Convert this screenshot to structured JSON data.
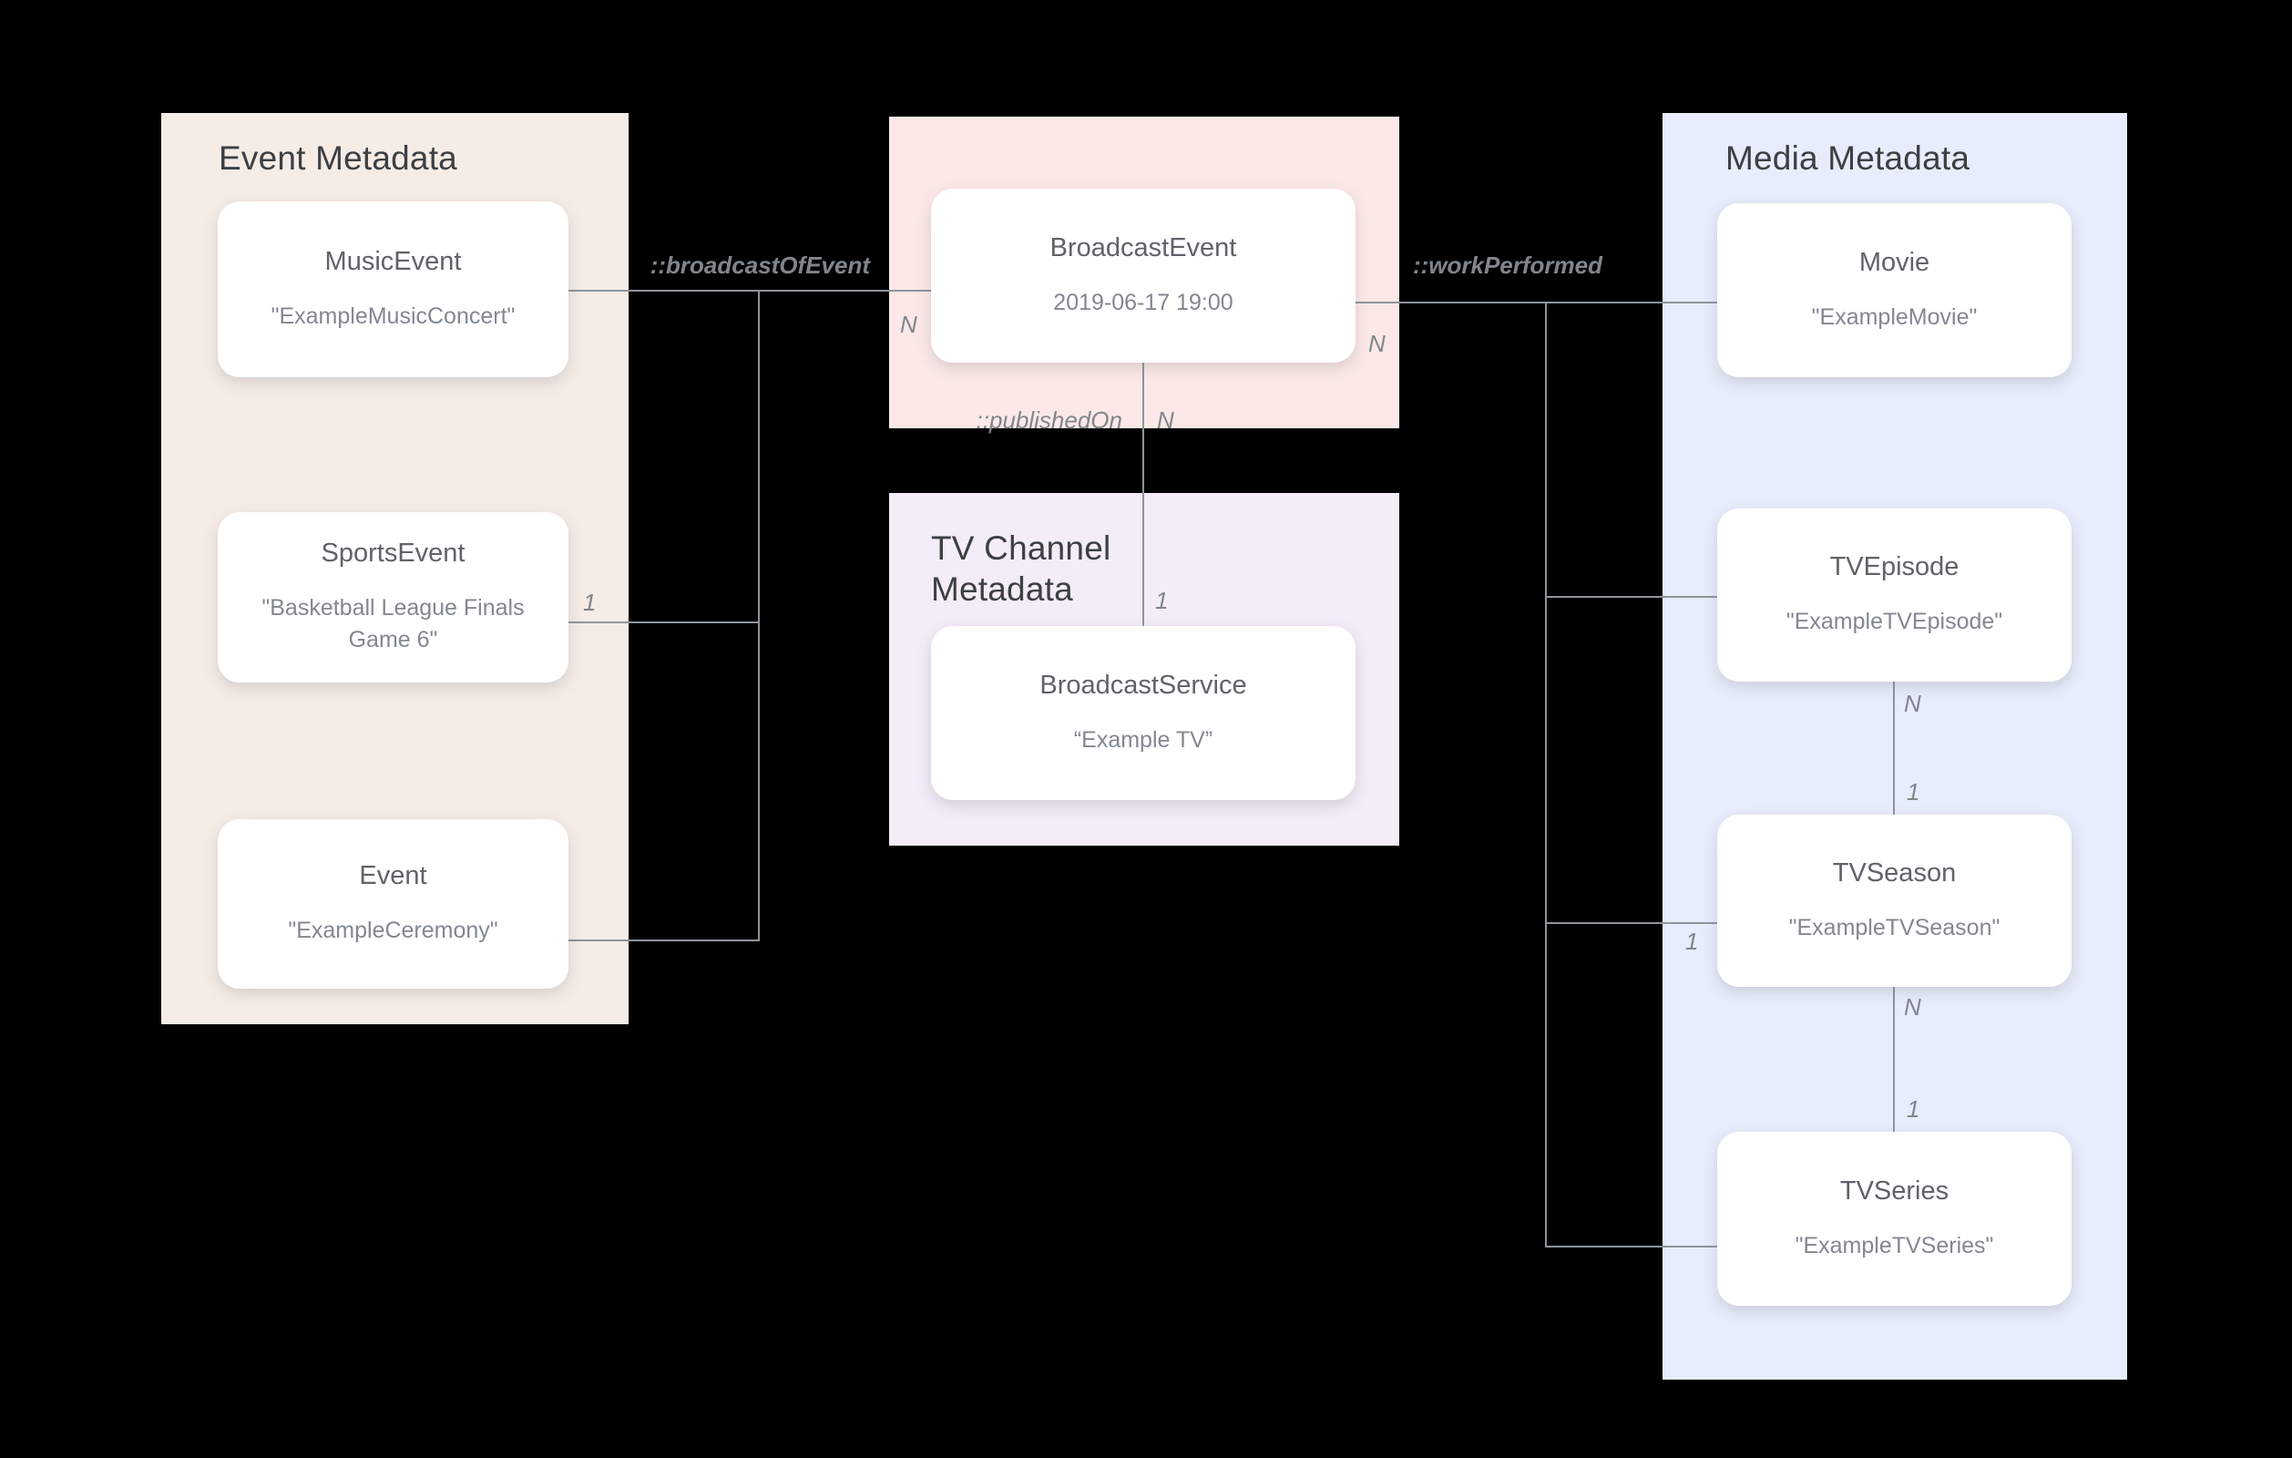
{
  "diagram": {
    "panels": {
      "event_metadata": {
        "title": "Event Metadata"
      },
      "tv_channel_metadata": {
        "title": "TV Channel Metadata"
      },
      "media_metadata": {
        "title": "Media Metadata"
      }
    },
    "nodes": {
      "music_event": {
        "type": "MusicEvent",
        "name": "\"ExampleMusicConcert\""
      },
      "sports_event": {
        "type": "SportsEvent",
        "name": "\"Basketball League Finals Game 6\""
      },
      "event": {
        "type": "Event",
        "name": "\"ExampleCeremony\""
      },
      "broadcast_event": {
        "type": "BroadcastEvent",
        "name": "2019-06-17 19:00"
      },
      "broadcast_service": {
        "type": "BroadcastService",
        "name": "“Example TV”"
      },
      "movie": {
        "type": "Movie",
        "name": "\"ExampleMovie\""
      },
      "tv_episode": {
        "type": "TVEpisode",
        "name": "\"ExampleTVEpisode\""
      },
      "tv_season": {
        "type": "TVSeason",
        "name": "\"ExampleTVSeason\""
      },
      "tv_series": {
        "type": "TVSeries",
        "name": "\"ExampleTVSeries\""
      }
    },
    "relations": {
      "broadcast_of_event": {
        "label": "::broadcastOfEvent"
      },
      "published_on": {
        "label": "::publishedOn"
      },
      "work_performed": {
        "label": "::workPerformed"
      }
    },
    "cardinalities": {
      "broadcast_left_n": "N",
      "broadcast_right_n": "N",
      "published_n": "N",
      "published_one": "1",
      "sports_one": "1",
      "episode_season_n": "N",
      "episode_season_one": "1",
      "season_left_one": "1",
      "season_series_n": "N",
      "season_series_one": "1"
    },
    "colors": {
      "event_panel": "#f6ece6",
      "broadcast_panel": "#fce9e7",
      "tv_channel_panel": "#f4ecf9",
      "media_panel": "#e7edfc",
      "line": "#8f949a",
      "label": "#80868b"
    }
  }
}
